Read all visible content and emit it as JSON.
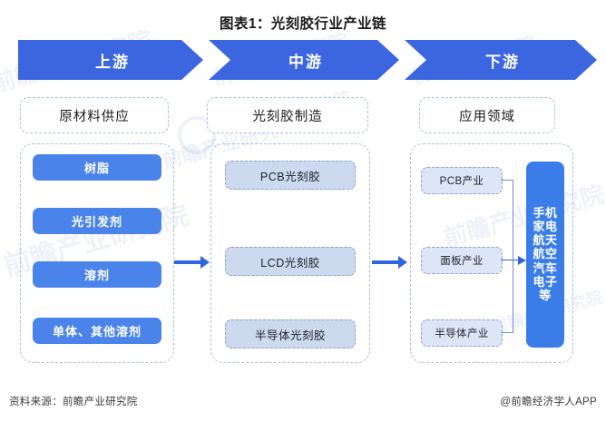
{
  "title": "图表1：光刻胶行业产业链",
  "watermarks": {
    "w1": "前瞻产业研究院",
    "w2": "前瞻产业研究院",
    "w3": "前瞻产业研究院",
    "w4": "前瞻产业研究院",
    "w5": "前瞻产业研究院",
    "w6": "前瞻产业研究院",
    "w7": "前瞻产业研究院",
    "w8": "前瞻产业研究院"
  },
  "stages": [
    {
      "banner": "上游",
      "header": "原材料供应"
    },
    {
      "banner": "中游",
      "header": "光刻胶制造"
    },
    {
      "banner": "下游",
      "header": "应用领域"
    }
  ],
  "upstream": {
    "items": [
      {
        "label": "树脂"
      },
      {
        "label": "光引发剂"
      },
      {
        "label": "溶剂"
      },
      {
        "label": "单体、其他溶剂"
      }
    ]
  },
  "midstream": {
    "items": [
      {
        "label": "PCB光刻胶"
      },
      {
        "label": "LCD光刻胶"
      },
      {
        "label": "半导体光刻胶"
      }
    ]
  },
  "downstream": {
    "items": [
      {
        "label": "PCB产业"
      },
      {
        "label": "面板产业"
      },
      {
        "label": "半导体产业"
      }
    ],
    "applications": [
      "手机",
      "家电",
      "航天",
      "航空",
      "汽车",
      "电子",
      "等"
    ]
  },
  "footer": {
    "source": "资料来源：前瞻产业研究院",
    "account": "@前瞻经济学人APP"
  },
  "colors": {
    "banner_blue": "#3b66e0",
    "upstream_pill": "#4a84ea",
    "midstream_pill": "#ccd9ef",
    "downstream_pill": "#dde6f7",
    "apps_box": "#3b7de8",
    "dashed_border": "#a9bde0",
    "arrow": "#2f66e0"
  }
}
